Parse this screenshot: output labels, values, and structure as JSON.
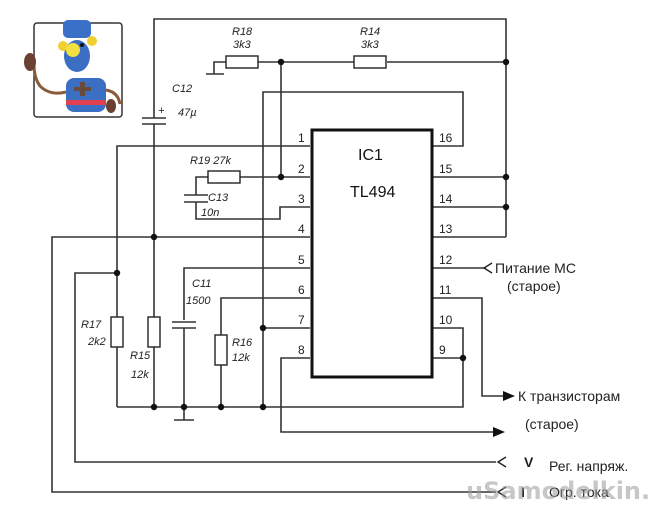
{
  "ic": {
    "name": "IC1",
    "part": "TL494",
    "left_pins": [
      "1",
      "2",
      "3",
      "4",
      "5",
      "6",
      "7",
      "8"
    ],
    "right_pins": [
      "16",
      "15",
      "14",
      "13",
      "12",
      "11",
      "10",
      "9"
    ]
  },
  "components": {
    "R18": {
      "name": "R18",
      "value": "3k3"
    },
    "R14": {
      "name": "R14",
      "value": "3k3"
    },
    "C12": {
      "name": "C12",
      "value": "47µ",
      "polarity": "+"
    },
    "R19": {
      "name": "R19",
      "value": "27k",
      "label": "R19 27k"
    },
    "C13": {
      "name": "C13",
      "value": "10n"
    },
    "C11": {
      "name": "C11",
      "value": "1500"
    },
    "R17": {
      "name": "R17",
      "value": "2k2"
    },
    "R15": {
      "name": "R15",
      "value": "12k"
    },
    "R16": {
      "name": "R16",
      "value": "12k"
    }
  },
  "signals": {
    "power_mc": "Питание МС",
    "power_mc_note": "(старое)",
    "to_transistors": "К транзисторам",
    "to_transistors_note": "(старое)",
    "v_symbol": "V",
    "v_label": "Рег. напряж.",
    "i_symbol": "I",
    "i_label": "Огр. тока"
  },
  "watermark": "uSamodelkin.ru",
  "logo": {
    "description": "plasticine robot mascot"
  }
}
